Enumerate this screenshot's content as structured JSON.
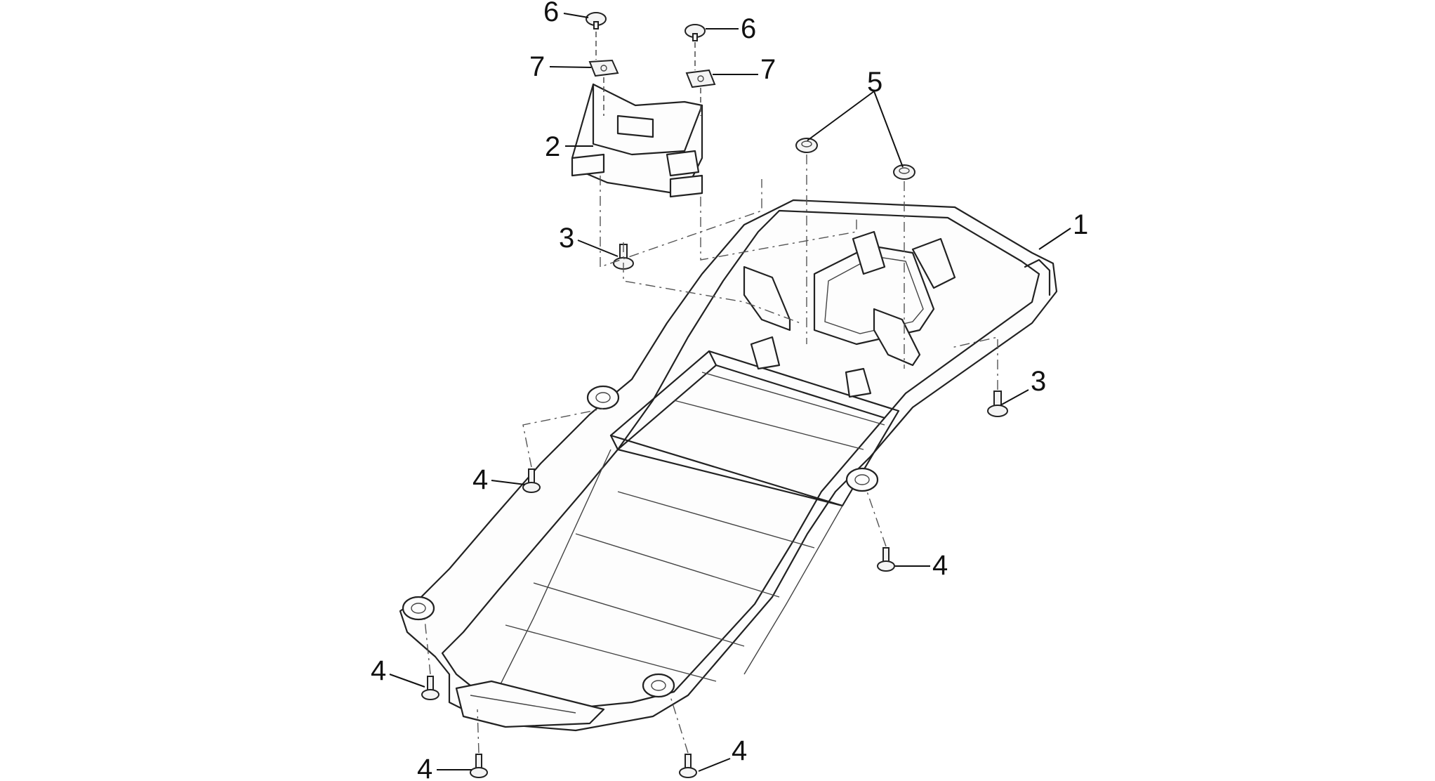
{
  "diagram": {
    "callouts": [
      "1",
      "2",
      "3",
      "3",
      "4",
      "4",
      "4",
      "4",
      "4",
      "5",
      "6",
      "6",
      "7",
      "7"
    ]
  }
}
